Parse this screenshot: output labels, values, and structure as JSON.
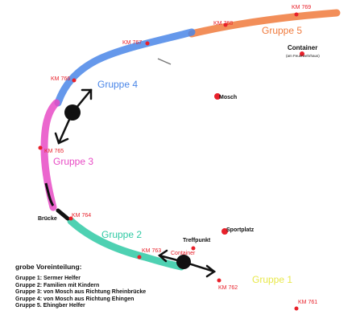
{
  "colors": {
    "gruppe1": "#e8e84a",
    "gruppe2": "#2fc9a4",
    "gruppe3": "#e84bc5",
    "gruppe4": "#4a86e8",
    "gruppe5": "#f07a3c",
    "marker": "#e8202a"
  },
  "km_markers": [
    "KM 769",
    "KM 768",
    "KM 767",
    "KM 766",
    "KM 765",
    "KM 764",
    "KM 763",
    "KM 762",
    "KM 761"
  ],
  "groups": [
    "Gruppe 1",
    "Gruppe 2",
    "Gruppe 3",
    "Gruppe 4",
    "Gruppe 5"
  ],
  "places": {
    "container": "Container",
    "container_note": "(am Feuerwehrhaus)",
    "container_lower": "Container",
    "mosch": "Mosch",
    "sportplatz": "Sportplatz",
    "treffpunkt": "Treffpunkt",
    "bruecke": "Brücke"
  },
  "legend": {
    "title": "grobe Voreinteilung:",
    "items": [
      "Gruppe 1: Sermer Helfer",
      "Gruppe 2: Familien mit Kindern",
      "Gruppe 3: von Mosch aus Richtung Rheinbrücke",
      "Gruppe 4: von Mosch aus Richtung Ehingen",
      "Gruppe 5. Ehingber Helfer"
    ]
  },
  "icons": [
    "route-arrow-icon",
    "location-dot-icon"
  ]
}
